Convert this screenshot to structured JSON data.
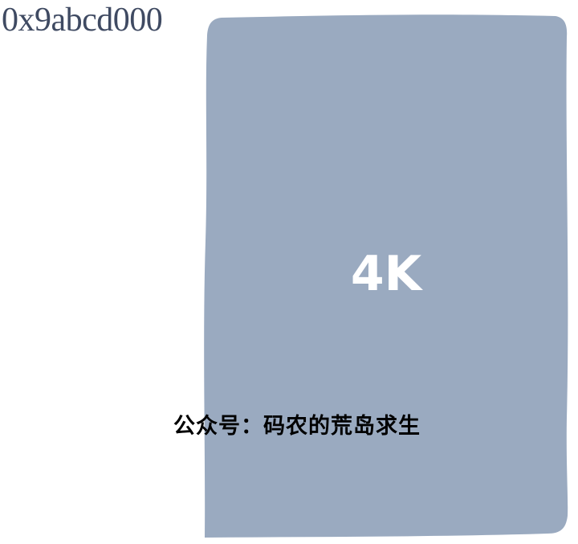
{
  "memory_diagram": {
    "address": "0x9abcd000",
    "page_size": "4K",
    "block_color": "#9aaac0",
    "address_color": "#3f4a62",
    "size_label_color": "#ffffff"
  },
  "watermark": {
    "text": "公众号：码农的荒岛求生"
  }
}
